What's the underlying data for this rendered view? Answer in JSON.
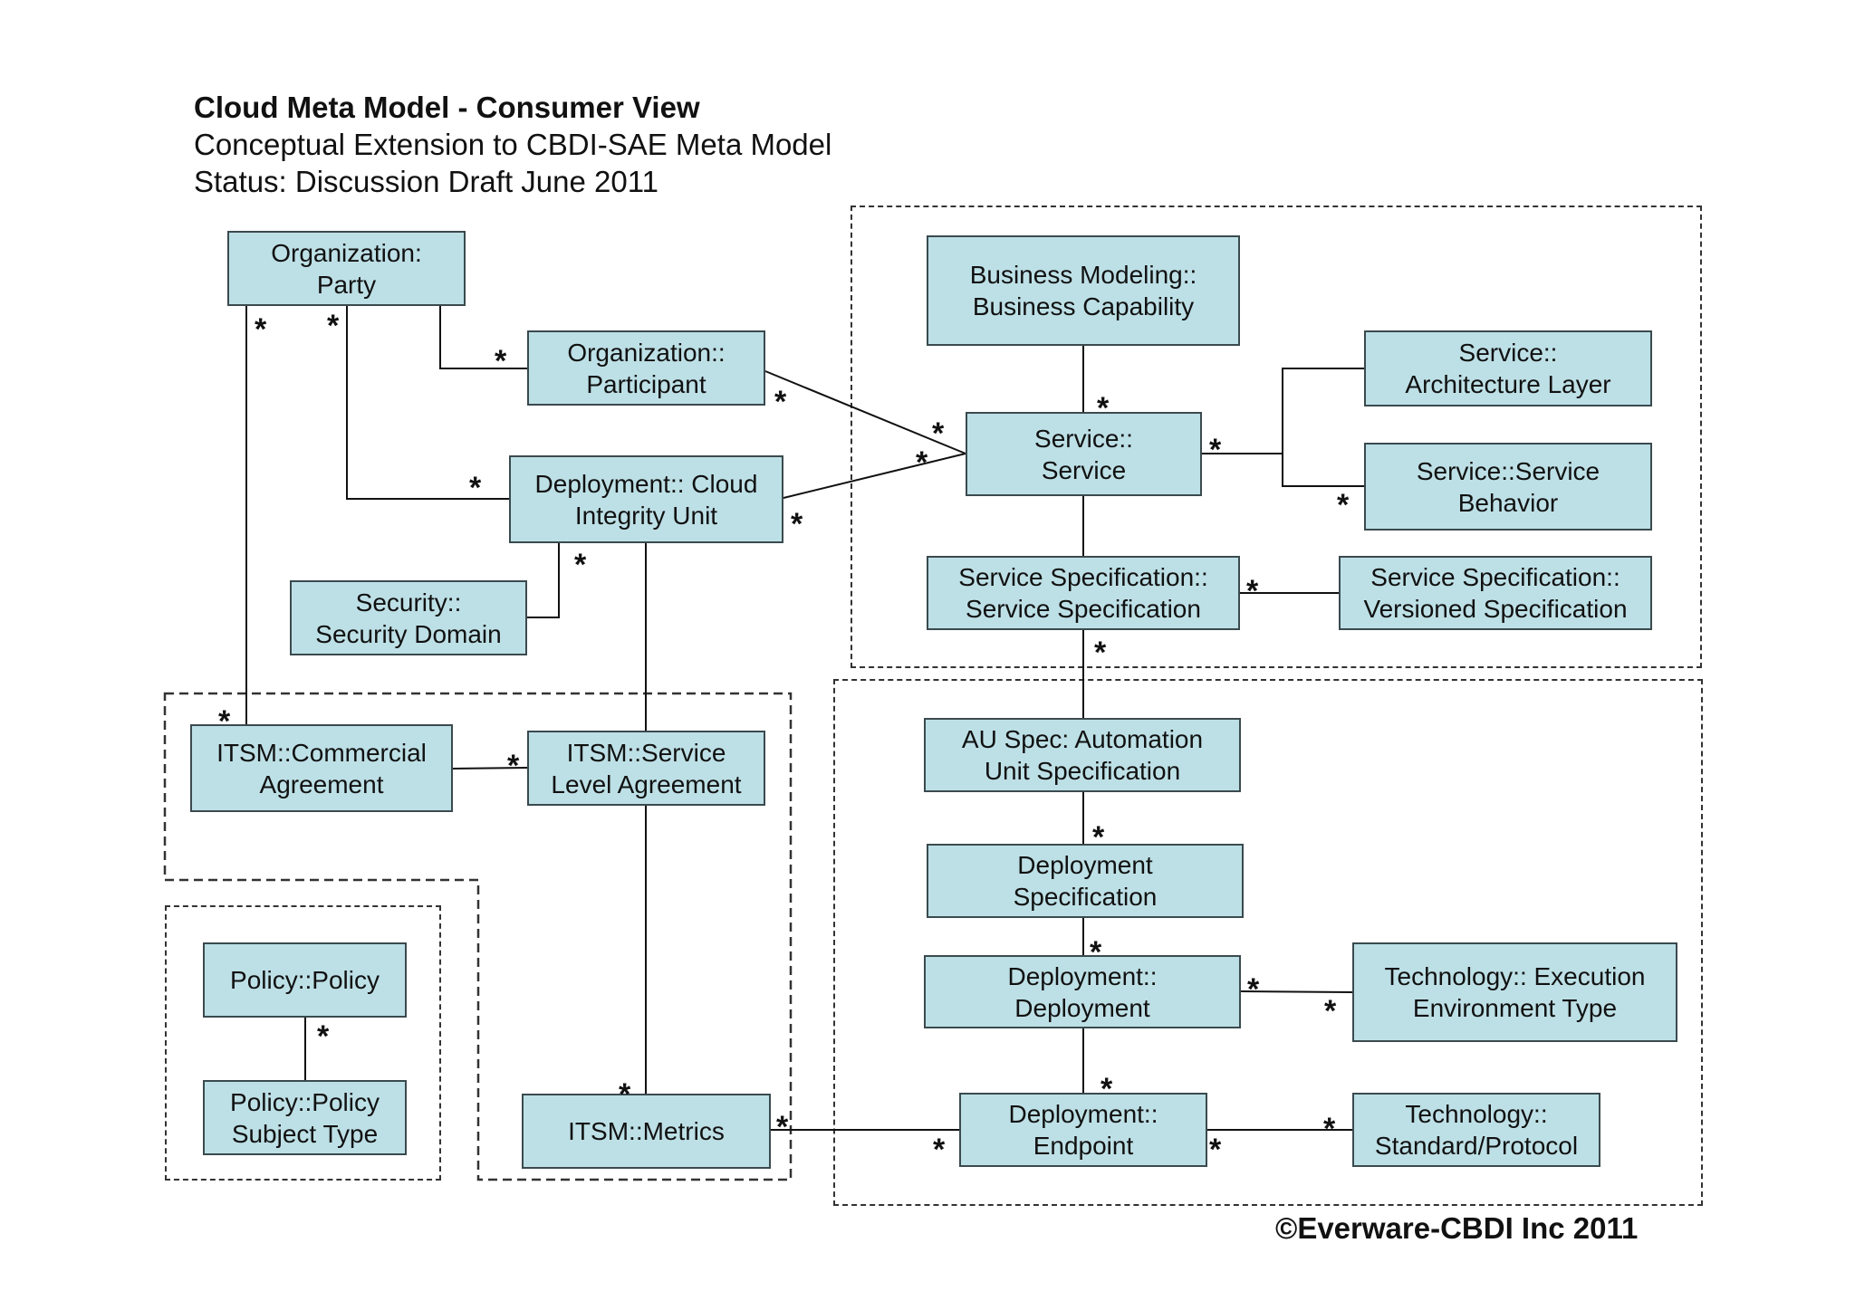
{
  "header": {
    "title": "Cloud Meta Model - Consumer View",
    "subtitle": "Conceptual Extension to CBDI-SAE Meta Model",
    "status": "Status: Discussion Draft June 2011"
  },
  "boxes": {
    "org_party": [
      "Organization:",
      "Party"
    ],
    "org_participant": [
      "Organization::",
      "Participant"
    ],
    "cloud_integrity_unit": [
      "Deployment:: Cloud",
      "Integrity Unit"
    ],
    "security_domain": [
      "Security::",
      "Security Domain"
    ],
    "commercial_agreement": [
      "ITSM::Commercial",
      "Agreement"
    ],
    "service_level_agreement": [
      "ITSM::Service",
      "Level Agreement"
    ],
    "policy": [
      "Policy::Policy"
    ],
    "policy_subject_type": [
      "Policy::Policy",
      "Subject Type"
    ],
    "metrics": [
      "ITSM::Metrics"
    ],
    "business_capability": [
      "Business Modeling::",
      "Business Capability"
    ],
    "service": [
      "Service::",
      "Service"
    ],
    "architecture_layer": [
      "Service::",
      "Architecture Layer"
    ],
    "service_behavior": [
      "Service::Service",
      "Behavior"
    ],
    "service_specification": [
      "Service Specification::",
      "Service Specification"
    ],
    "versioned_specification": [
      "Service Specification::",
      "Versioned Specification"
    ],
    "automation_unit_spec": [
      "AU Spec: Automation",
      "Unit Specification"
    ],
    "deployment_specification": [
      "Deployment",
      "Specification"
    ],
    "deployment": [
      "Deployment::",
      "Deployment"
    ],
    "execution_environment_type": [
      "Technology:: Execution",
      "Environment Type"
    ],
    "endpoint": [
      "Deployment::",
      "Endpoint"
    ],
    "standard_protocol": [
      "Technology::",
      "Standard/Protocol"
    ]
  },
  "multiplicity": "*",
  "copyright": "©Everware-CBDI Inc 2011",
  "colors": {
    "box_fill": "#bde0e6",
    "box_border": "#3a4a4e",
    "line": "#111111"
  }
}
